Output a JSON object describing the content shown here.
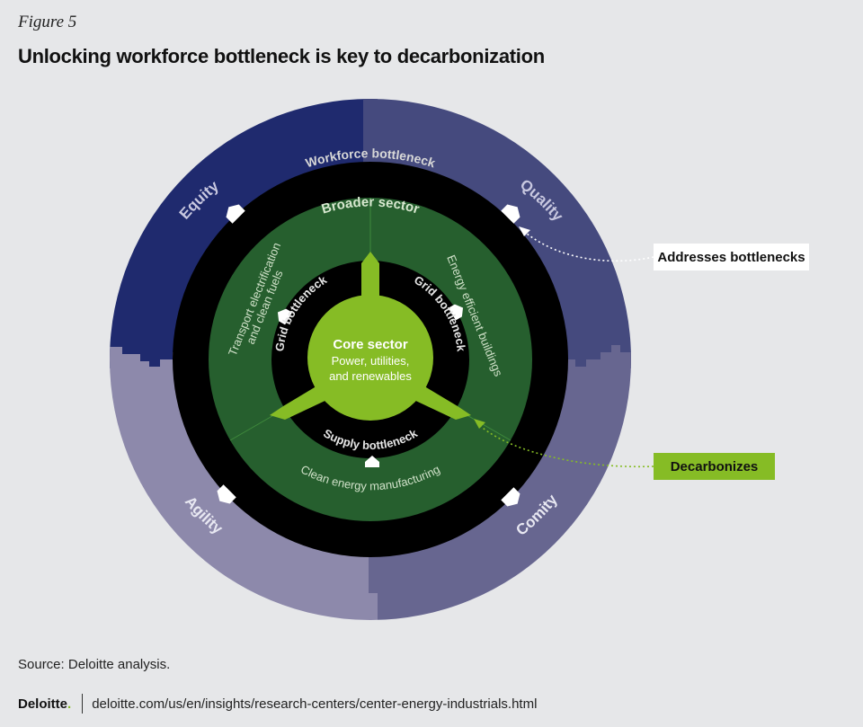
{
  "figure_label": "Figure 5",
  "title": "Unlocking workforce bottleneck is key to decarbonization",
  "outer_ring": {
    "equity": "Equity",
    "quality": "Quality",
    "agility": "Agility",
    "comity": "Comity",
    "colors": {
      "top_left": "#1f2a6e",
      "top_right": "#454a7e",
      "bottom_left": "#8d89ab",
      "bottom_right": "#676690"
    }
  },
  "workforce_ring": {
    "label": "Workforce bottleneck",
    "color": "#000000"
  },
  "broader_sector": {
    "label": "Broader sector",
    "transport": [
      "Transport electrification",
      "and clean fuels"
    ],
    "buildings": "Energy efficient buildings",
    "manufacturing": "Clean energy manufacturing",
    "color": "#265f2e"
  },
  "bottleneck_ring": {
    "grid_left": "Grid bottleneck",
    "grid_right": "Grid bottleneck",
    "supply": "Supply bottleneck"
  },
  "core": {
    "title": "Core sector",
    "lines": [
      "Power, utilities,",
      "and renewables"
    ],
    "color": "#86bc25"
  },
  "callouts": {
    "addresses": "Addresses bottlenecks",
    "decarbonizes": "Decarbonizes"
  },
  "source": "Source: Deloitte analysis.",
  "footer": {
    "brand": "Deloitte",
    "brand_dot": ".",
    "url": "deloitte.com/us/en/insights/research-centers/center-energy-industrials.html"
  }
}
